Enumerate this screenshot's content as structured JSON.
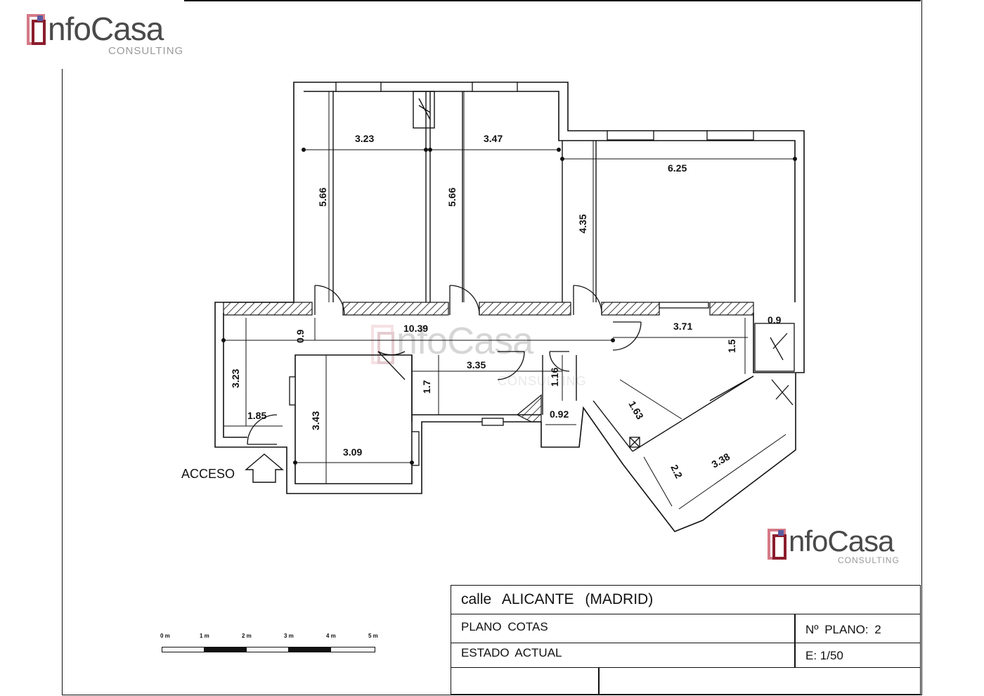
{
  "brand": {
    "name": "nfoCasa",
    "sub": "CONSULTING"
  },
  "access_label": "ACCESO",
  "dimensions": {
    "room1_width": "3.23",
    "room1_depth": "5.66",
    "room2_width": "3.47",
    "room2_depth": "5.66",
    "room3_width": "6.25",
    "room3_depth": "4.35",
    "hall_length": "10.39",
    "hall_width": "0.9",
    "entry_depth": "3.23",
    "entry_width": "1.85",
    "bed4_depth": "3.43",
    "bed4_width": "3.09",
    "kitchen_width": "3.35",
    "kitchen_depth": "1.7",
    "bath_depth": "1.16",
    "bath_width": "0.92",
    "living_length": "3.71",
    "living_depth": "1.5",
    "terrace_width": "0.9",
    "diag_a": "1.63",
    "diag_b": "3.38",
    "diag_c": "2.2"
  },
  "title_block": {
    "address": "calle ALICANTE (MADRID)",
    "plan_type": "PLANO COTAS",
    "state": "ESTADO ACTUAL",
    "plan_number": "Nº PLANO: 2",
    "scale": "E: 1/50"
  },
  "scale_bar": {
    "labels": [
      "0 m",
      "1 m",
      "2 m",
      "3 m",
      "4 m",
      "5 m"
    ]
  },
  "colors": {
    "logo_dark": "#8b1d2c",
    "logo_light": "#d57a86",
    "ink": "#111111"
  }
}
